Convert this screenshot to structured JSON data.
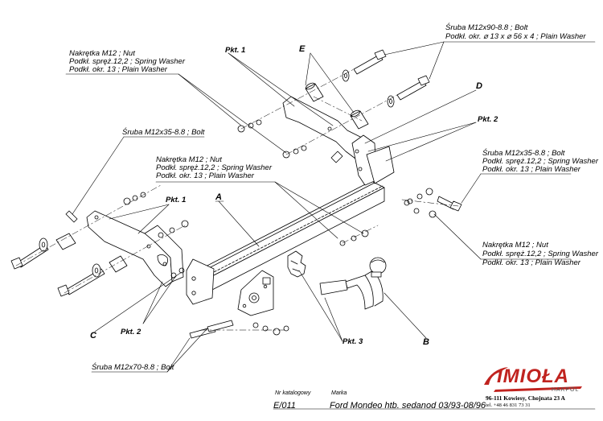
{
  "callouts": {
    "bolt_top_right_1": "Śruba M12x90-8.8 ;  Bolt",
    "bolt_top_right_2": "Podkł. okr. ⌀ 13 x ⌀ 56 x 4 ; Plain Washer",
    "nut_top_left_1": "Nakrętka  M12 ; Nut",
    "nut_top_left_2": "Podkł. spręż.12,2 ; Spring Washer",
    "nut_top_left_3": "Podkł. okr. 13 ; Plain Washer",
    "bolt_left": "Śruba M12x35-8.8 ;  Bolt",
    "nut_center_1": "Nakrętka  M12 ; Nut",
    "nut_center_2": "Podkł. spręż.12,2 ; Spring Washer",
    "nut_center_3": "Podkł. okr. 13 ; Plain Washer",
    "bolt_right_1": "Śruba M12x35-8.8 ;  Bolt",
    "bolt_right_2": "Podkł. spręż.12,2 ; Spring Washer",
    "bolt_right_3": "Podkł. okr. 13 ; Plain Washer",
    "nut_right_1": "Nakrętka  M12 ; Nut",
    "nut_right_2": "Podkł. spręż.12,2 ; Spring Washer",
    "nut_right_3": "Podkł. okr. 13 ; Plain Washer",
    "bolt_bottom": "Śruba M12x70-8.8 ;  Bolt"
  },
  "part_letters": {
    "a": "A",
    "b": "B",
    "c": "C",
    "d": "D",
    "e": "E"
  },
  "points": {
    "pkt1_top": "Pkt. 1",
    "pkt1_left": "Pkt. 1",
    "pkt2_right": "Pkt. 2",
    "pkt2_bottom": "Pkt. 2",
    "pkt3": "Pkt. 3"
  },
  "title_block": {
    "catalog_caption": "Nr katalogowy",
    "catalog_number": "E/011",
    "brand_caption": "Marka",
    "vehicle": "Ford Mondeo htb. sedan",
    "years": "od 03/93-08/96"
  },
  "company": {
    "logo": "IMIOŁA",
    "logo_sub": "HAKPOL",
    "address": "96-111 Kowiesy, Chojnata 23 A",
    "phone": "tel. +48 46 831 73 31",
    "brand_color": "#c0231f"
  }
}
